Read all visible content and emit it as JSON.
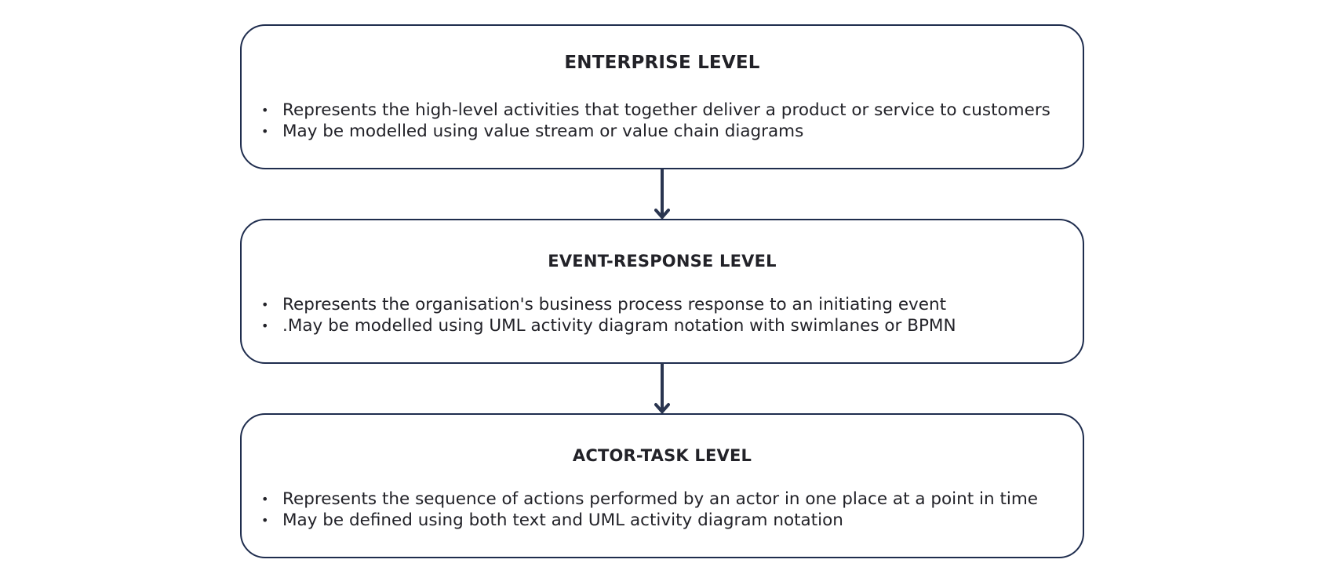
{
  "levels": [
    {
      "title": "ENTERPRISE LEVEL",
      "bullets": [
        "Represents the high-level activities that together deliver a product or service to customers",
        "May be modelled using value stream or value chain diagrams"
      ]
    },
    {
      "title": "EVENT-RESPONSE LEVEL",
      "bullets": [
        "Represents the organisation's business process response to an initiating event",
        ".May be modelled using UML activity diagram notation with swimlanes or BPMN"
      ]
    },
    {
      "title": "ACTOR-TASK LEVEL",
      "bullets": [
        "Represents the sequence of actions performed by an actor in one place at a point in time",
        "May be defined using both text and UML activity diagram notation"
      ]
    }
  ],
  "colors": {
    "border": "#1f2d4e",
    "arrow": "#2a3550",
    "text": "#222228"
  },
  "icons": {
    "connector": "arrow-down-icon",
    "bullet": "bullet-dot-icon"
  }
}
